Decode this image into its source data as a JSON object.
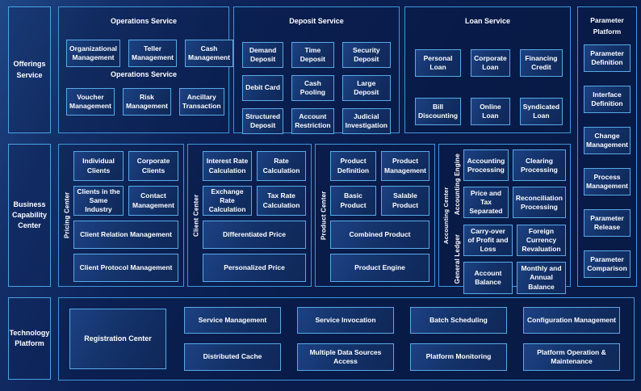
{
  "palette": {
    "background": "#0A1D4E",
    "panel_border": "#3E96DC",
    "cell_border": "#58AAE9",
    "cell_fill": "#15356E",
    "text": "#FFFFFF"
  },
  "sidebar": {
    "offerings_service": "Offerings Service",
    "business_capability_center": "Business Capability Center",
    "technology_platform": "Technology Platform"
  },
  "operations": {
    "title": "Operations Service",
    "mid_title": "Operations Service",
    "items": [
      "Organizational Management",
      "Teller Management",
      "Cash Management",
      "Voucher Management",
      "Risk Management",
      "Ancillary Transaction"
    ]
  },
  "deposit": {
    "title": "Deposit Service",
    "items": [
      "Demand Deposit",
      "Time Deposit",
      "Security Deposit",
      "Debit Card",
      "Cash Pooling",
      "Large Deposit",
      "Structured Deposit",
      "Account Restriction",
      "Judicial Investigation"
    ]
  },
  "loan": {
    "title": "Loan Service",
    "items": [
      "Personal Loan",
      "Corporate Loan",
      "Financing Credit",
      "Bill Discounting",
      "Online Loan",
      "Syndicated Loan"
    ]
  },
  "parameter_platform": {
    "title": "Parameter Platform",
    "items": [
      "Parameter Definition",
      "Interface Definition",
      "Change Management",
      "Process Management",
      "Parameter Release",
      "Parameter Comparison"
    ]
  },
  "pricing_center": {
    "label": "Pricing Center",
    "items": [
      "Individual Clients",
      "Corporate Clients",
      "Clients in the Same Industry",
      "Contact Management",
      "Client Relation Management",
      "Client Protocol Management"
    ]
  },
  "client_center": {
    "label": "Client Center",
    "items": [
      "Interest Rate Calculation",
      "Rate Calculation",
      "Exchange Rate Calculation",
      "Tax Rate Calculation",
      "Differentiated Price",
      "Personalized Price"
    ]
  },
  "product_center": {
    "label": "Product Center",
    "items": [
      "Product Definition",
      "Product Management",
      "Basic Product",
      "Salable Product",
      "Combined Product",
      "Product Engine"
    ]
  },
  "accounting_center": {
    "label": "Accounting Center",
    "accounting_engine": {
      "label": "Accounting Engine",
      "items": [
        "Accounting Processing",
        "Clearing Processing",
        "Price and Tax Separated",
        "Reconciliation Processing"
      ]
    },
    "general_ledger": {
      "label": "General Ledger",
      "items": [
        "Carry-over of Profit and Loss",
        "Foreign Currency Revaluation",
        "Account Balance",
        "Monthly and Annual Balance"
      ]
    }
  },
  "technology": {
    "registration": "Registration Center",
    "row1": [
      "Service Management",
      "Service Invocation",
      "Batch Scheduling",
      "Configuration Management"
    ],
    "row2": [
      "Distributed Cache",
      "Multiple Data Sources Access",
      "Platform Monitoring",
      "Platform Operation & Maintenance"
    ]
  }
}
